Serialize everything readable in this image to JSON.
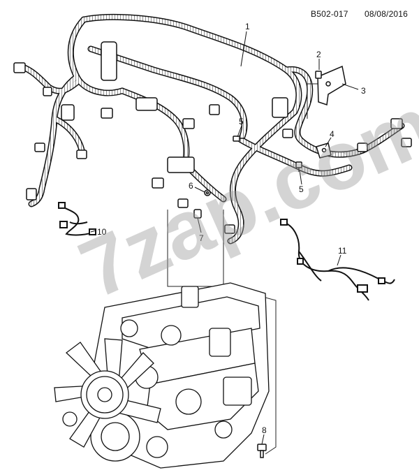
{
  "header": {
    "diagram_code": "B502-017",
    "date": "08/08/2016"
  },
  "watermark": "7zap.com",
  "callouts": [
    {
      "id": "c1",
      "label": "1"
    },
    {
      "id": "c2",
      "label": "2"
    },
    {
      "id": "c3",
      "label": "3"
    },
    {
      "id": "c4",
      "label": "4"
    },
    {
      "id": "c5a",
      "label": "5"
    },
    {
      "id": "c5b",
      "label": "5"
    },
    {
      "id": "c6",
      "label": "6"
    },
    {
      "id": "c7",
      "label": "7"
    },
    {
      "id": "c8",
      "label": "8"
    },
    {
      "id": "c10",
      "label": "10"
    },
    {
      "id": "c11",
      "label": "11"
    }
  ],
  "icons": [
    "wiring-harness",
    "bracket",
    "engine-assembly",
    "bolt",
    "sensor-harness"
  ]
}
